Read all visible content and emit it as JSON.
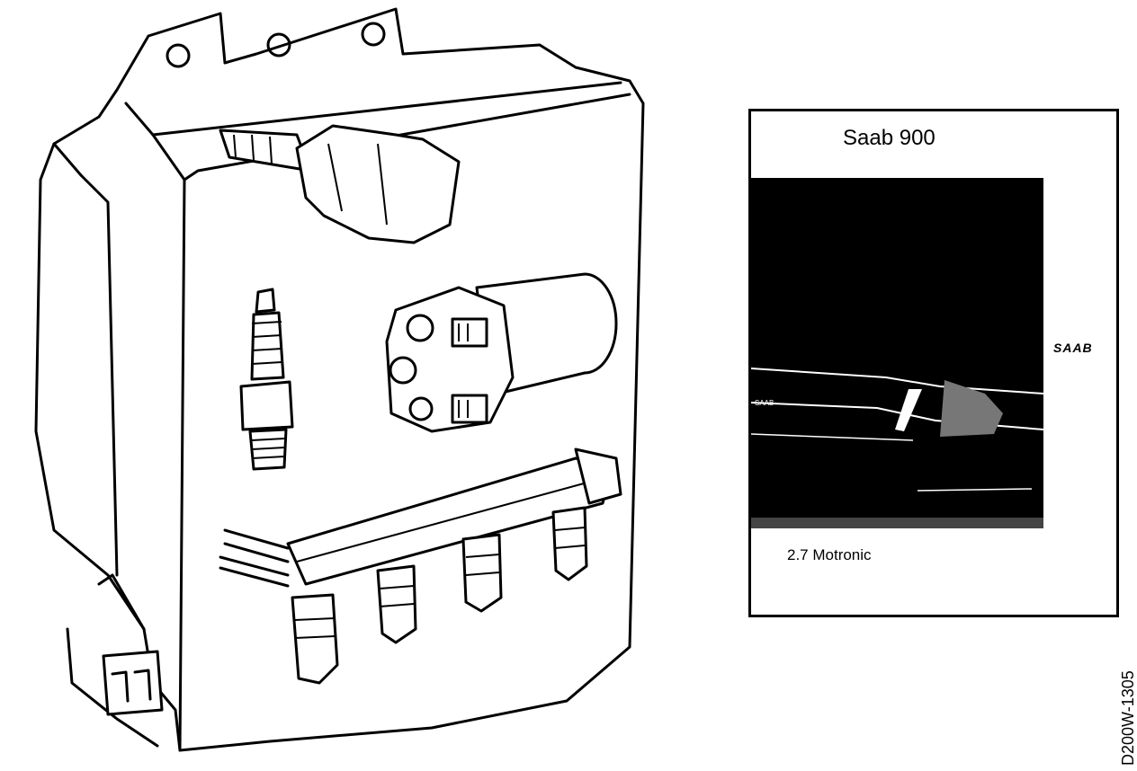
{
  "manual": {
    "title": "Saab 900",
    "subtitle": "2.7 Motronic",
    "logo": "SAAB",
    "badge": "SAAB"
  },
  "reference_code": "D200W-1305",
  "colors": {
    "ink": "#000000",
    "paper": "#ffffff"
  }
}
